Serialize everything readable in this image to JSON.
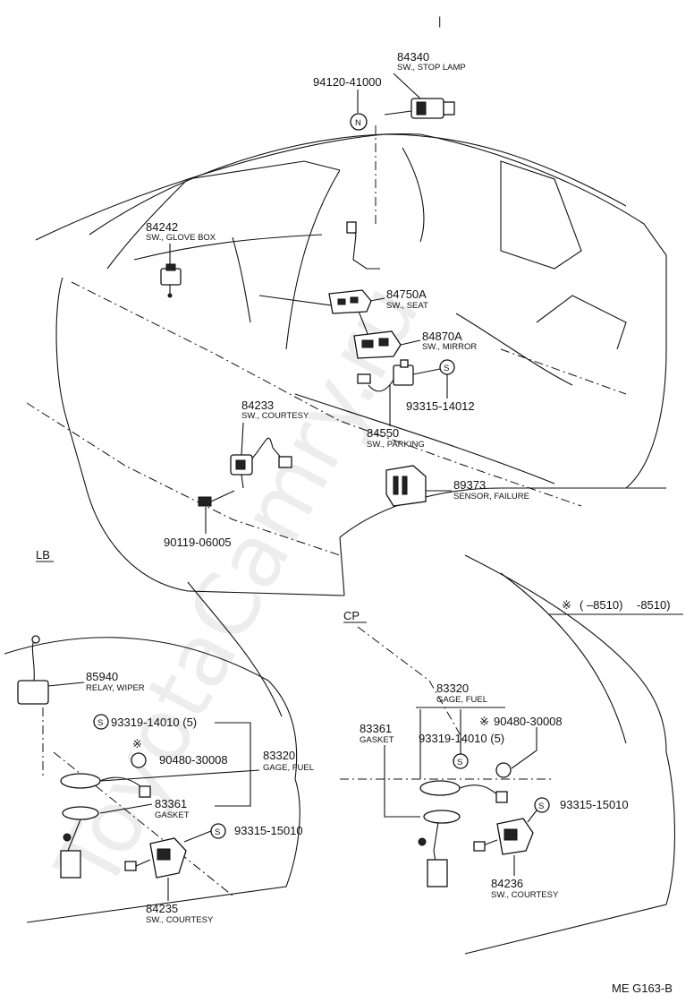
{
  "watermark": "ToyotaCamry.ru",
  "top_mark": "|",
  "sections": {
    "lb": "LB",
    "cp": "CP"
  },
  "range_note": {
    "symbol": "※",
    "text": "(        –8510)"
  },
  "footer_code": "ME G163-B",
  "symbols": {
    "n": "N",
    "s": "S",
    "star": "※"
  },
  "parts": {
    "p84340": {
      "number": "84340",
      "desc": "SW., STOP LAMP"
    },
    "p94120": {
      "number": "94120-41000"
    },
    "p84242": {
      "number": "84242",
      "desc": "SW., GLOVE BOX"
    },
    "p84750A": {
      "number": "84750A",
      "desc": "SW., SEAT"
    },
    "p84870A": {
      "number": "84870A",
      "desc": "SW., MIRROR"
    },
    "p93315_14012": {
      "number": "93315-14012"
    },
    "p84233": {
      "number": "84233",
      "desc": "SW., COURTESY"
    },
    "p84550": {
      "number": "84550",
      "desc": "SW., PARKING"
    },
    "p89373": {
      "number": "89373",
      "desc": "SENSOR, FAILURE"
    },
    "p90119": {
      "number": "90119-06005"
    },
    "p85940": {
      "number": "85940",
      "desc": "RELAY, WIPER"
    },
    "lb_93319": {
      "number": "93319-14010 (5)"
    },
    "lb_90480": {
      "number": "90480-30008"
    },
    "lb_83320": {
      "number": "83320",
      "desc": "GAGE, FUEL"
    },
    "lb_83361": {
      "number": "83361",
      "desc": "GASKET"
    },
    "lb_93315": {
      "number": "93315-15010"
    },
    "p84235": {
      "number": "84235",
      "desc": "SW., COURTESY"
    },
    "cp_83320": {
      "number": "83320",
      "desc": "GAGE, FUEL"
    },
    "cp_83361": {
      "number": "83361",
      "desc": "GASKET"
    },
    "cp_90480": {
      "number": "90480-30008"
    },
    "cp_93319": {
      "number": "93319-14010 (5)"
    },
    "cp_93315": {
      "number": "93315-15010"
    },
    "p84236": {
      "number": "84236",
      "desc": "SW., COURTESY"
    }
  }
}
